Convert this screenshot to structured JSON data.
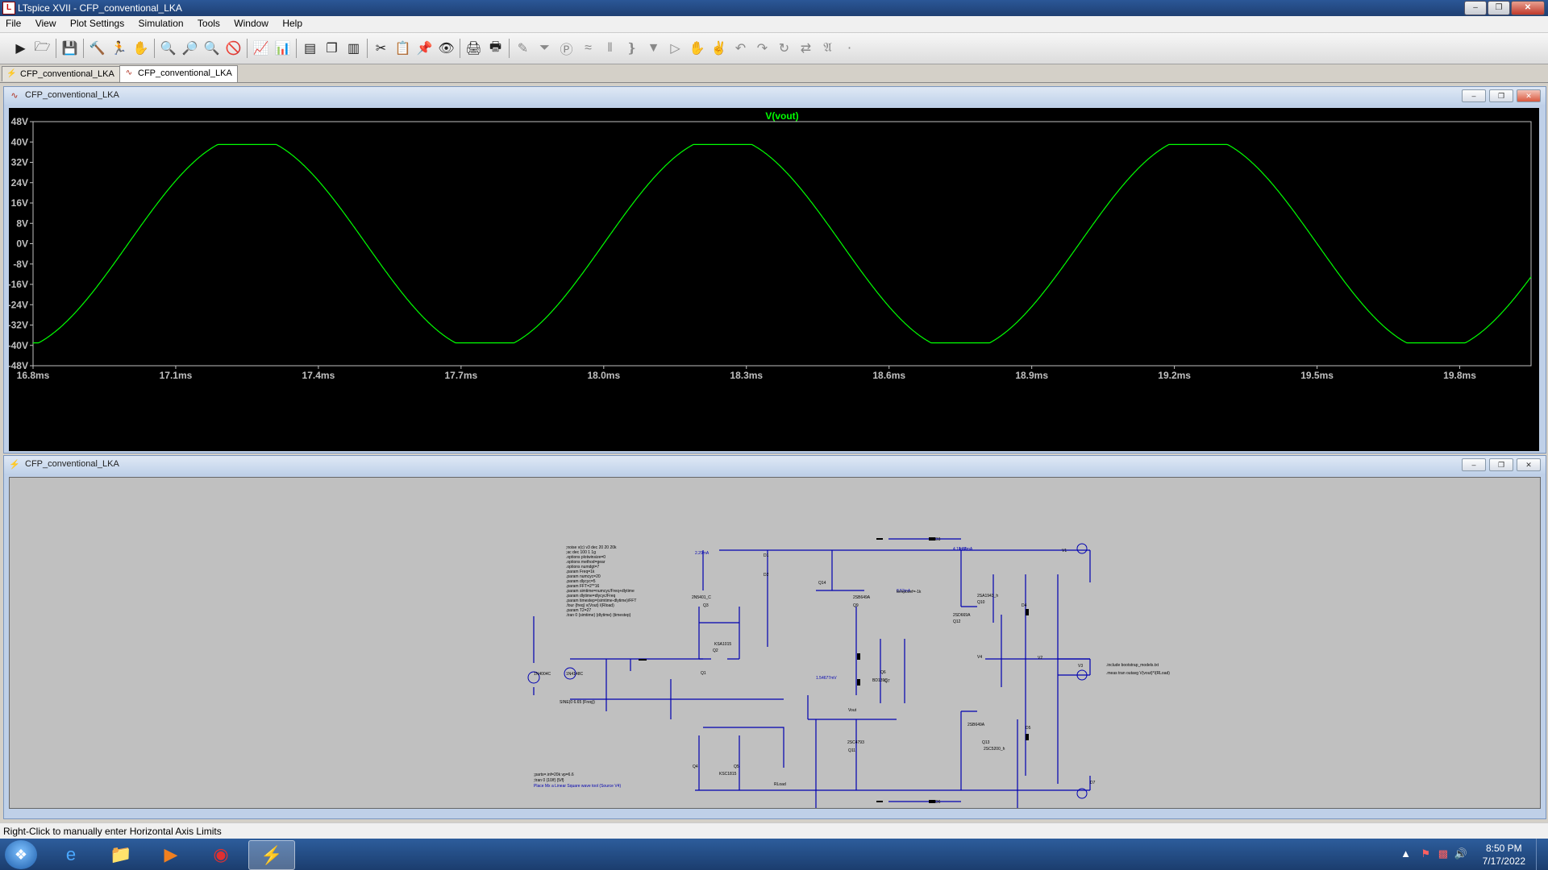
{
  "app": {
    "title": "LTspice XVII - CFP_conventional_LKA",
    "icon": "ltspice-icon"
  },
  "menu": [
    "File",
    "View",
    "Plot Settings",
    "Simulation",
    "Tools",
    "Window",
    "Help"
  ],
  "tabs": [
    {
      "label": "CFP_conventional_LKA",
      "icon": "schematic-icon",
      "active": false
    },
    {
      "label": "CFP_conventional_LKA",
      "icon": "waveform-icon",
      "active": true
    }
  ],
  "plot_window": {
    "title": "CFP_conventional_LKA",
    "trace_color": "#00ff00",
    "chart_data": {
      "type": "line",
      "title": "V(vout)",
      "series": [
        {
          "name": "V(vout)",
          "color": "#00ff00",
          "amplitude": 39,
          "period_ms": 1.0,
          "phase_zero_up_ms": 17.0,
          "clip_level": 39.0
        }
      ],
      "xlim": [
        16.8,
        19.95
      ],
      "ylim": [
        -48,
        48
      ],
      "x_ticks": [
        "16.8ms",
        "17.1ms",
        "17.4ms",
        "17.7ms",
        "18.0ms",
        "18.3ms",
        "18.6ms",
        "18.9ms",
        "19.2ms",
        "19.5ms",
        "19.8ms"
      ],
      "x_tick_values": [
        16.8,
        17.1,
        17.4,
        17.7,
        18.0,
        18.3,
        18.6,
        18.9,
        19.2,
        19.5,
        19.8
      ],
      "y_ticks": [
        "48V",
        "40V",
        "32V",
        "24V",
        "16V",
        "8V",
        "0V",
        "-8V",
        "-16V",
        "-24V",
        "-32V",
        "-40V",
        "-48V"
      ],
      "y_tick_values": [
        48,
        40,
        32,
        24,
        16,
        8,
        0,
        -8,
        -16,
        -24,
        -32,
        -40,
        -48
      ]
    }
  },
  "schematic_window": {
    "title": "CFP_conventional_LKA",
    "directives": [
      ";noise v(c) v3 dec 20 20 20k",
      ";ac dec 100 1 1g",
      ".options plotwinsize=0",
      ".options method=gear",
      ".options numdgt=7",
      ".param Freq=1k",
      ".param numcyc=20",
      ".param dlycyc=5",
      ".param FFT=2**16",
      ".param simtime=numcyc/Freq+dlytime",
      ".param dlytime=dlycyc/Freq",
      ".param timestep=(simtime-dlytime)/FFT",
      ".four {freq} v(Vout) I(Rload)",
      ".param T2=27",
      ".tran 0 {simtime} {dlytime} {timestep}"
    ],
    "right_directives": [
      ".include bootstrap_models.txt",
      ".meas tran outavg V(vout)*I(RLoad)"
    ],
    "bottom_directives": [
      ";parts=.inf=20k vp=6.6",
      ";tran 0 {10/f} {5/f}",
      "Place Mx a Linear Square wave tool (Source V4)"
    ],
    "source_label": "SINE(0 6.65 {Freq})",
    "labels": [
      "2.29mA",
      "2N5401_C",
      "Q3",
      "Q14",
      "2SB649A",
      "Q9",
      "4.11mA",
      "4.22mA",
      "2SA1943_h",
      "Q10",
      "KSA1015",
      "Q1",
      "Q2",
      "Q4",
      "Q5",
      "KSC1815",
      "Q6",
      "BD139C",
      "Q7",
      "2SC4793",
      "Q11",
      "2SD669A",
      "Q12",
      "2SB649A",
      "Q13",
      "2SC5200_h",
      "D1",
      "D2",
      "D3",
      "D4",
      "D5",
      "D6",
      "D7",
      "1N4148C",
      "1N4004C",
      "V1",
      "V2",
      "V3",
      "V4",
      "Vout",
      "RLoad",
      "1.54677mV",
      "8.52mA",
      "tempcoef=-1k"
    ]
  },
  "status": "Right-Click to manually enter Horizontal Axis Limits",
  "taskbar": {
    "apps": [
      "windows-explorer-icon",
      "internet-explorer-icon",
      "file-folder-icon",
      "media-player-icon",
      "chrome-icon",
      "ltspice-icon"
    ],
    "time": "8:50 PM",
    "date": "7/17/2022"
  }
}
